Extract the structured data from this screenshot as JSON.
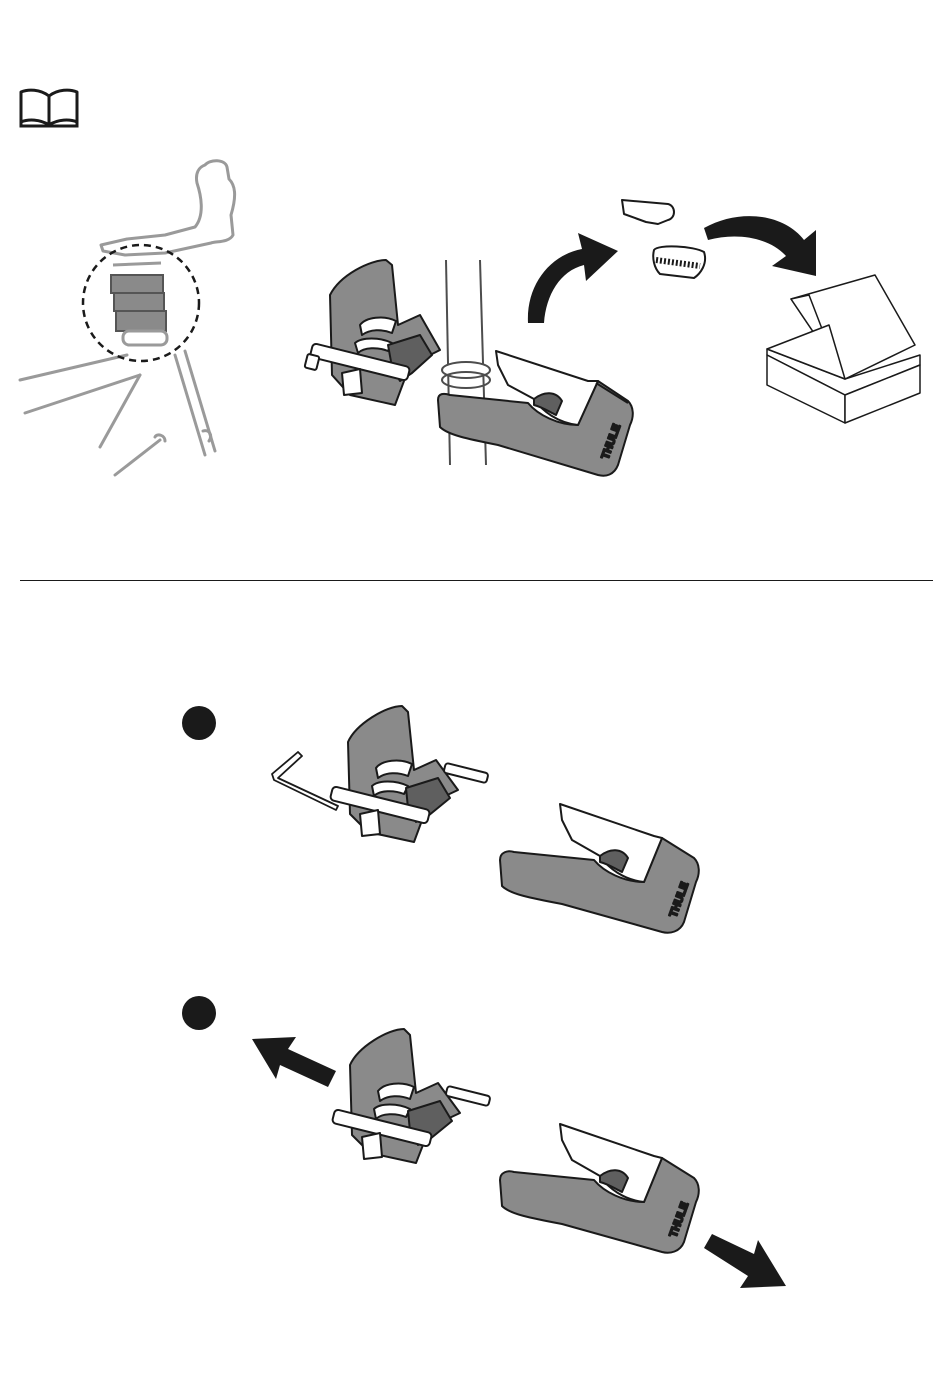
{
  "page": {
    "background": "#ffffff",
    "ink": "#1a1a1a",
    "part_fill": "#8a8a8a",
    "part_fill_dark": "#5f5f5f",
    "shade_fill": "#b3b3b3",
    "bike_line": "#9a9a9a"
  },
  "icons": {
    "manual": "open-book-icon",
    "arrow_curved": "curved-arrow-icon",
    "arrow_straight": "straight-arrow-icon",
    "box": "cardboard-box-icon"
  },
  "steps": [
    {
      "marker": "filled-circle"
    },
    {
      "marker": "filled-circle"
    }
  ],
  "brand_mark": "THULE"
}
